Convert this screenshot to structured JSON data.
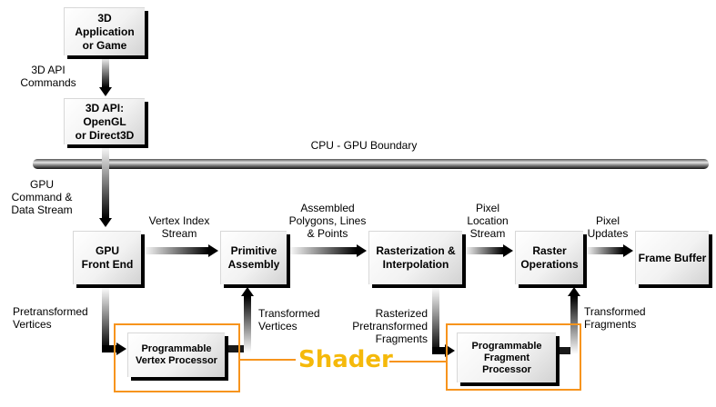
{
  "boxes": {
    "app": "3D\nApplication\nor Game",
    "api": "3D API:\nOpenGL\nor Direct3D",
    "front_end": "GPU\nFront End",
    "primitive_assembly": "Primitive\nAssembly",
    "rasterization": "Rasterization &\nInterpolation",
    "raster_ops": "Raster\nOperations",
    "frame_buffer": "Frame Buffer",
    "vertex_processor": "Programmable\nVertex Processor",
    "fragment_processor": "Programmable\nFragment\nProcessor"
  },
  "labels": {
    "api_commands": "3D API\nCommands",
    "boundary": "CPU - GPU Boundary",
    "gpu_command": "GPU\nCommand &\nData Stream",
    "vertex_index": "Vertex Index\nStream",
    "assembled": "Assembled\nPolygons, Lines\n& Points",
    "pixel_location": "Pixel\nLocation\nStream",
    "pixel_updates": "Pixel\nUpdates",
    "pretransformed_vertices": "Pretransformed\nVertices",
    "transformed_vertices": "Transformed\nVertices",
    "rasterized": "Rasterized\nPretransformed\nFragments",
    "transformed_fragments": "Transformed\nFragments",
    "shader": "Shader"
  },
  "colors": {
    "shader_outline": "#f7941d",
    "shader_text": "#f5b90a"
  }
}
